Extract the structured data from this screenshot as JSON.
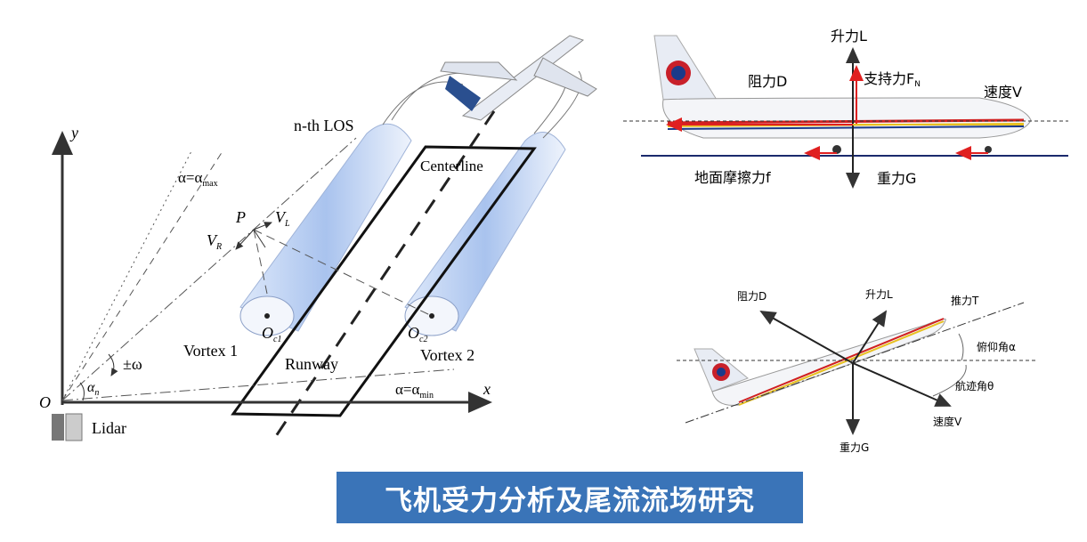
{
  "title_banner": "飞机受力分析及尾流流场研究",
  "left_diagram": {
    "y_axis": "y",
    "x_axis": "x",
    "origin": "O",
    "lidar": "Lidar",
    "nth_los": "n-th LOS",
    "alpha_max": {
      "main": "α=α",
      "sub": "max"
    },
    "alpha_min": {
      "main": "α=α",
      "sub": "min"
    },
    "alpha_n": {
      "main": "α",
      "sub": "n"
    },
    "omega": "±ω",
    "point": "P",
    "v_l": {
      "main": "V",
      "sub": "L"
    },
    "v_r": {
      "main": "V",
      "sub": "R"
    },
    "centerline": "Centerline",
    "runway": "Runway",
    "vortex1": "Vortex 1",
    "vortex2": "Vortex 2",
    "oc1": {
      "main": "O",
      "sub": "c1"
    },
    "oc2": {
      "main": "O",
      "sub": "c2"
    }
  },
  "ground_diagram": {
    "lift": "升力L",
    "drag": "阻力D",
    "support": "支持力F",
    "support_sub": "N",
    "speed": "速度V",
    "friction": "地面摩擦力f",
    "gravity": "重力G"
  },
  "flight_diagram": {
    "drag": "阻力D",
    "lift": "升力L",
    "thrust": "推力T",
    "pitch": "俯仰角α",
    "track": "航迹角θ",
    "speed": "速度V",
    "gravity": "重力G"
  },
  "colors": {
    "banner": "#3a74b8",
    "force_red": "#e02020",
    "ground_line": "#1a2a6c",
    "tube": "#b7cdf0"
  }
}
